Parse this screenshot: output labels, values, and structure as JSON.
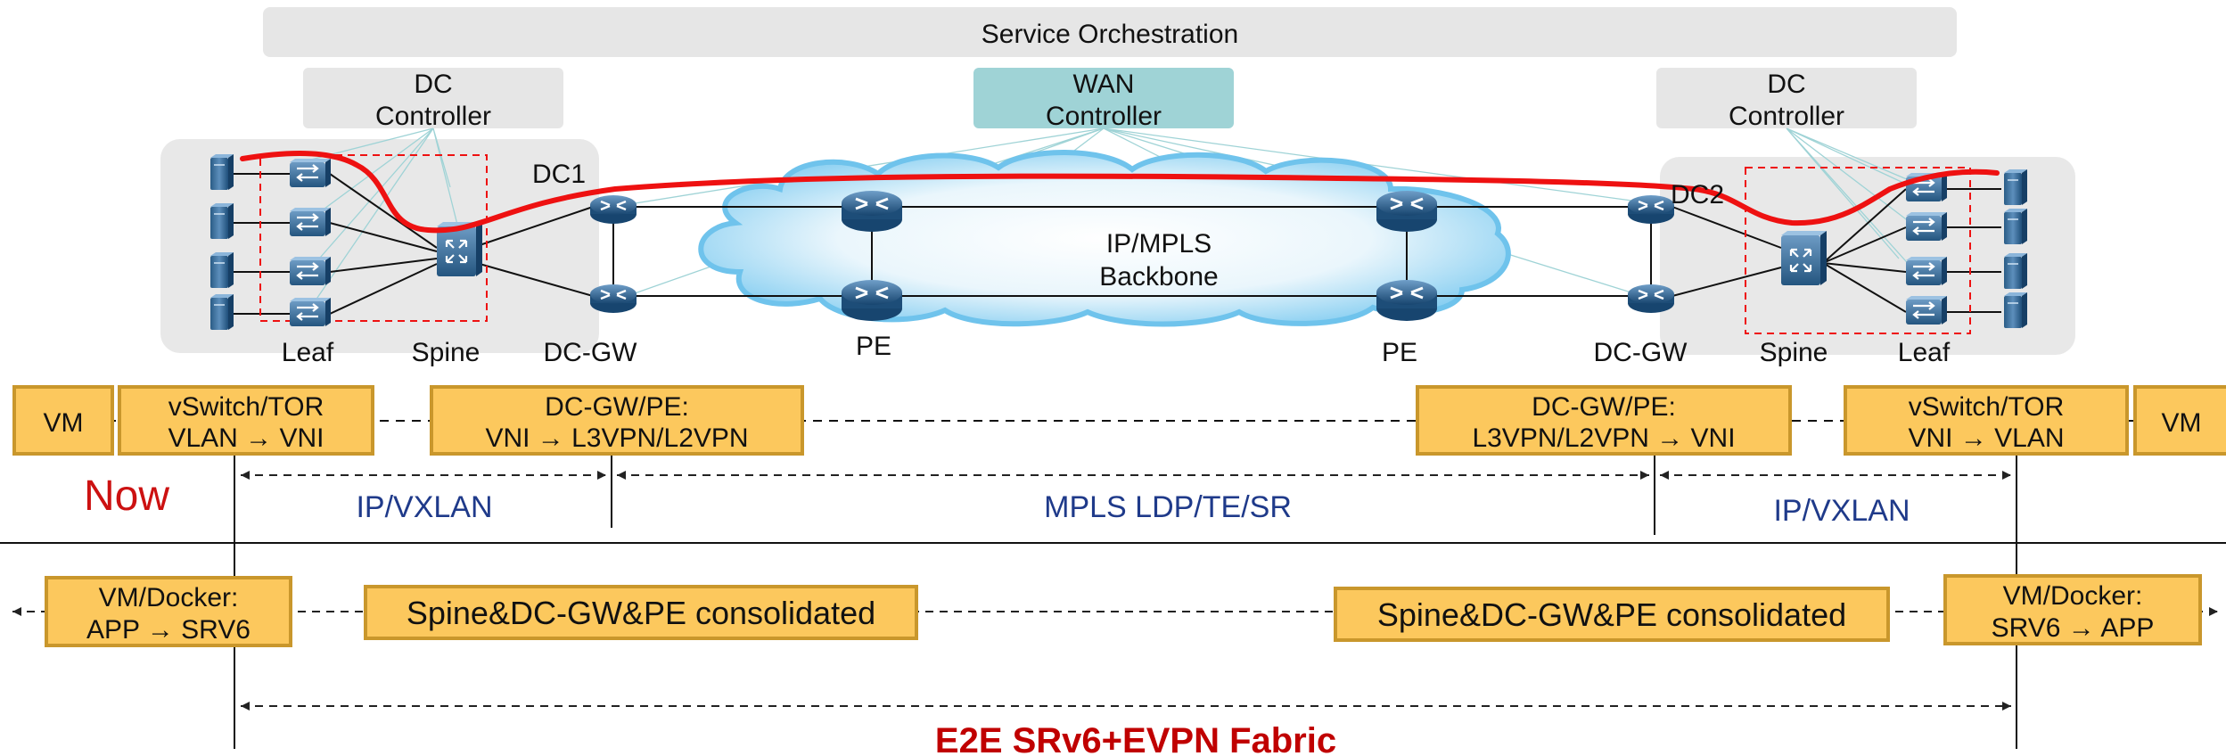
{
  "orchestration": {
    "label": "Service Orchestration"
  },
  "controllers": {
    "dc1": {
      "line1": "DC",
      "line2": "Controller"
    },
    "wan": {
      "line1": "WAN",
      "line2": "Controller"
    },
    "dc2": {
      "line1": "DC",
      "line2": "Controller"
    }
  },
  "sites": {
    "dc1": "DC1",
    "dc2": "DC2"
  },
  "backbone": {
    "line1": "IP/MPLS",
    "line2": "Backbone"
  },
  "device_labels": {
    "leaf_left": "Leaf",
    "spine_left": "Spine",
    "dcgw_left": "DC-GW",
    "pe_left": "PE",
    "pe_right": "PE",
    "dcgw_right": "DC-GW",
    "spine_right": "Spine",
    "leaf_right": "Leaf"
  },
  "now_row": {
    "vm_left": "VM",
    "vswitch_left": {
      "line1": "vSwitch/TOR",
      "line2": "VLAN → VNI"
    },
    "dcgw_pe_left": {
      "line1": "DC-GW/PE:",
      "line2": "VNI → L3VPN/L2VPN"
    },
    "dcgw_pe_right": {
      "line1": "DC-GW/PE:",
      "line2": "L3VPN/L2VPN → VNI"
    },
    "vswitch_right": {
      "line1": "vSwitch/TOR",
      "line2": "VNI → VLAN"
    },
    "vm_right": "VM"
  },
  "now_label": "Now",
  "segments": {
    "ip_vxlan_left": "IP/VXLAN",
    "mpls": "MPLS LDP/TE/SR",
    "ip_vxlan_right": "IP/VXLAN"
  },
  "future_row": {
    "vm_docker_left": {
      "line1": "VM/Docker:",
      "line2": "APP → SRV6"
    },
    "consolidated_left": "Spine&DC-GW&PE consolidated",
    "consolidated_right": "Spine&DC-GW&PE consolidated",
    "vm_docker_right": {
      "line1": "VM/Docker:",
      "line2": "SRV6 → APP"
    }
  },
  "fabric_label": "E2E SRv6+EVPN Fabric",
  "colors": {
    "orange_fill": "#fcc85d",
    "orange_border": "#c9972c",
    "gray_box": "#e6e6e6",
    "wan_box": "#9fd3d6",
    "red_path": "#ee1111",
    "dark_red": "#c00000",
    "navy_text": "#1f3a8a",
    "device_blue": "#1f4f7a"
  },
  "icons": {
    "server": "server-icon",
    "leaf_switch": "leaf-switch-icon",
    "spine_switch": "spine-switch-icon",
    "router": "router-icon",
    "cloud": "cloud-icon"
  }
}
